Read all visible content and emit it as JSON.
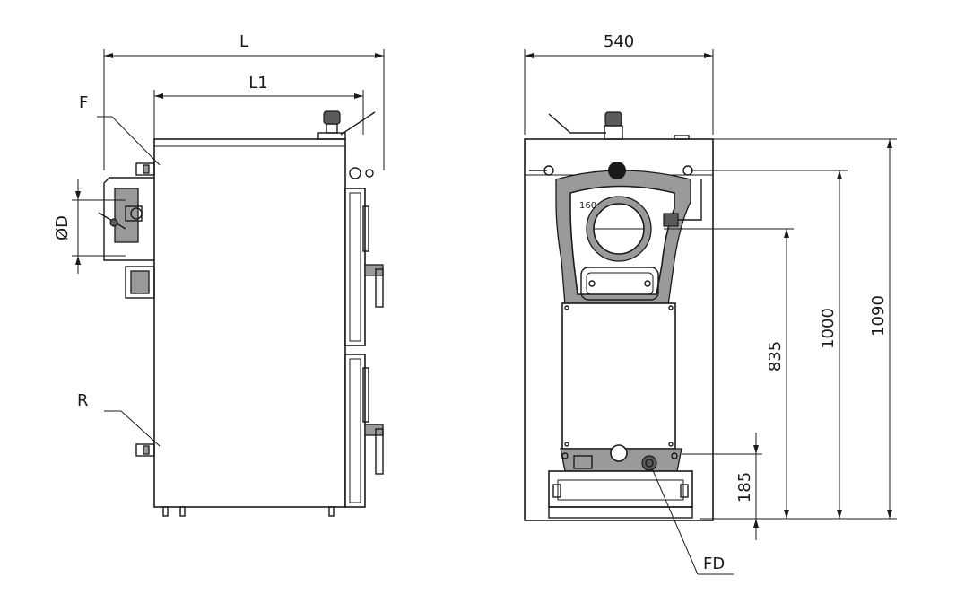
{
  "side_view": {
    "dim_overall_length": "L",
    "dim_body_length": "L1",
    "label_flow": "F",
    "label_return": "R",
    "dim_flue_diameter": "ØD"
  },
  "front_view": {
    "dim_width": "540",
    "dim_total_height": "1090",
    "dim_height_1000": "1000",
    "dim_flue_height": "835",
    "dim_drain_height": "185",
    "label_drain": "FD",
    "flue_marking": "160"
  }
}
